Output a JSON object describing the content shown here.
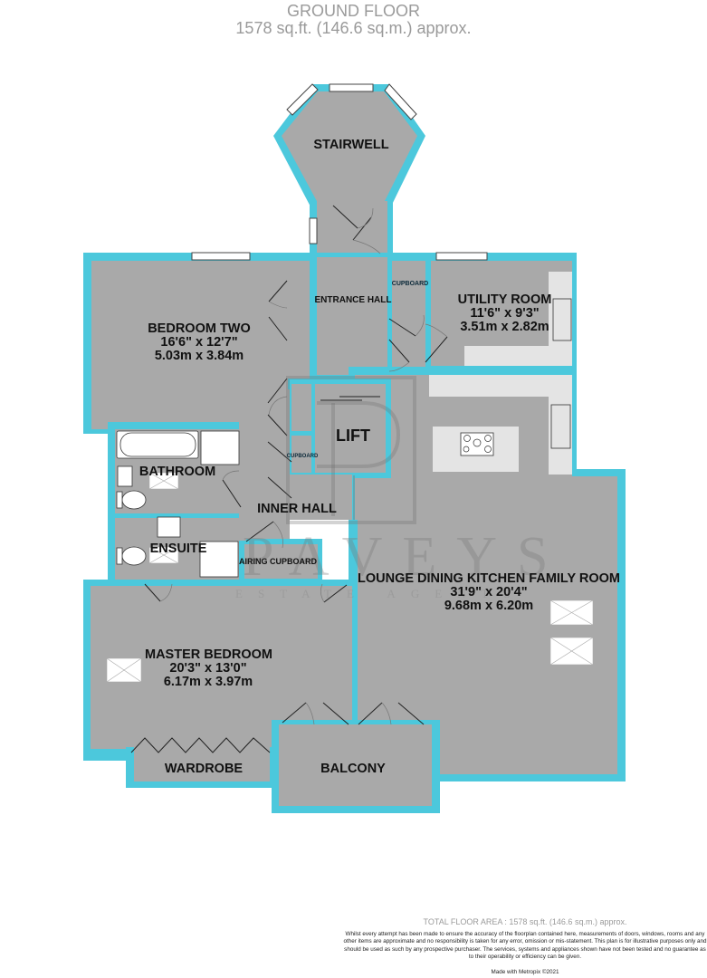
{
  "header": {
    "title": "GROUND FLOOR",
    "area": "1578 sq.ft. (146.6 sq.m.) approx."
  },
  "rooms": {
    "stairwell": {
      "name": "STAIRWELL"
    },
    "entrance_hall": {
      "name": "ENTRANCE HALL"
    },
    "cupboard_entrance": {
      "name": "CUPBOARD"
    },
    "bedroom_two": {
      "name": "BEDROOM TWO",
      "dim_imperial": "16'6\"  x 12'7\"",
      "dim_metric": "5.03m  x 3.84m"
    },
    "utility_room": {
      "name": "UTILITY ROOM",
      "dim_imperial": "11'6\"  x 9'3\"",
      "dim_metric": "3.51m  x 2.82m"
    },
    "lift": {
      "name": "LIFT"
    },
    "cupboard_lift": {
      "name": "CUPBOARD"
    },
    "bathroom": {
      "name": "BATHROOM"
    },
    "inner_hall": {
      "name": "INNER HALL"
    },
    "ensuite": {
      "name": "ENSUITE"
    },
    "airing_cupboard": {
      "name": "AIRING CUPBOARD"
    },
    "lounge": {
      "name": "LOUNGE DINING KITCHEN FAMILY ROOM",
      "dim_imperial": "31'9\"  x 20'4\"",
      "dim_metric": "9.68m  x 6.20m"
    },
    "master_bedroom": {
      "name": "MASTER BEDROOM",
      "dim_imperial": "20'3\"  x 13'0\"",
      "dim_metric": "6.17m  x 3.97m"
    },
    "wardrobe": {
      "name": "WARDROBE"
    },
    "balcony": {
      "name": "BALCONY"
    }
  },
  "watermark": {
    "letters": "PAVEYS",
    "subtitle": "ESTATE AGENTS"
  },
  "colors": {
    "wall": "#4cc8dc",
    "floor": "#a9a9a9",
    "worktop": "#e4e4e4",
    "text": "#111111",
    "header_text": "#9a9a9a"
  },
  "footer": {
    "total_area": "TOTAL FLOOR AREA : 1578 sq.ft. (146.6 sq.m.) approx.",
    "disclaimer": "Whilst every attempt has been made to ensure the accuracy of the floorplan contained here, measurements of doors, windows, rooms and any other items are approximate and no responsibility is taken for any error, omission or mis-statement. This plan is for illustrative purposes only and should be used as such by any prospective purchaser. The services, systems and appliances shown have not been tested and no guarantee as to their operability or efficiency can be given.",
    "made_with": "Made with Metropix ©2021"
  }
}
